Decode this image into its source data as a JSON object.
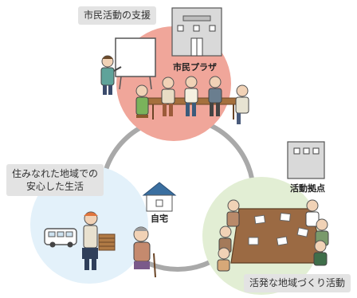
{
  "top": {
    "caption": "市民活動の支援",
    "building_name": "市民プラザ"
  },
  "left": {
    "caption_line1": "住みなれた地域での",
    "caption_line2": "安心した生活",
    "home_label": "自宅"
  },
  "right": {
    "caption": "活発な地域づくり活動",
    "base_label": "活動拠点"
  },
  "colors": {
    "top_circle": "#f0a69a",
    "left_circle": "#e3f1fa",
    "right_circle": "#e2eed4",
    "ring": "#a9a9a9",
    "caption_bg": "#e3e3e3"
  }
}
